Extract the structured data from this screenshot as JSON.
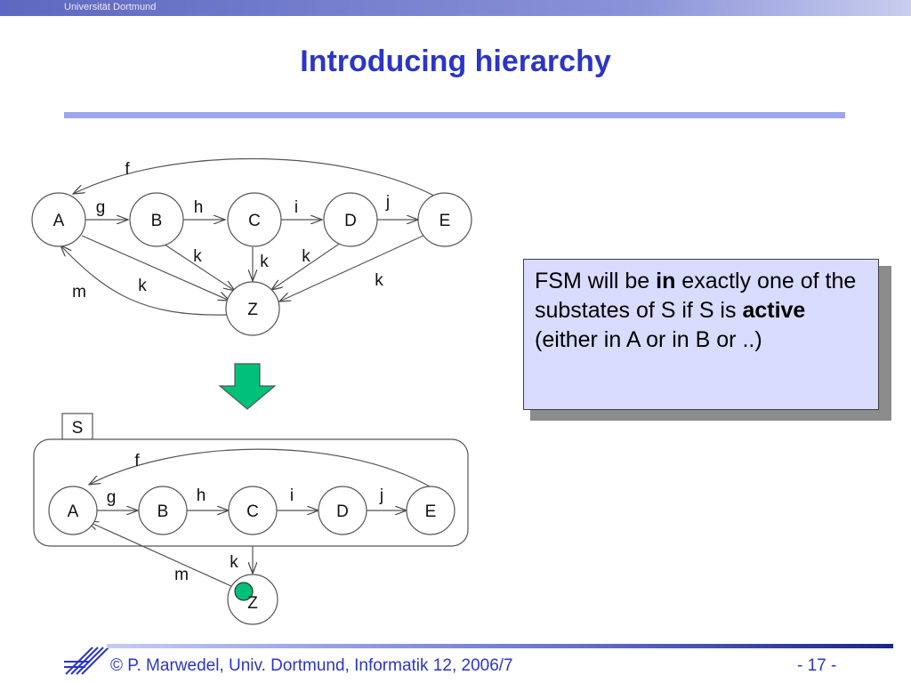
{
  "header": {
    "institution": "Universität Dortmund"
  },
  "slide": {
    "title": "Introducing hierarchy"
  },
  "flat_fsm": {
    "states": [
      "A",
      "B",
      "C",
      "D",
      "E",
      "Z"
    ],
    "transitions": {
      "f": "f",
      "g": "g",
      "h": "h",
      "i": "i",
      "j": "j",
      "k_b": "k",
      "k_c": "k",
      "k_d": "k",
      "k_e": "k",
      "k_a": "k",
      "m": "m"
    }
  },
  "hier_fsm": {
    "superstate": "S",
    "states": [
      "A",
      "B",
      "C",
      "D",
      "E",
      "Z"
    ],
    "transitions": {
      "f": "f",
      "g": "g",
      "h": "h",
      "i": "i",
      "j": "j",
      "k": "k",
      "m": "m"
    }
  },
  "note": {
    "part1": "FSM will be ",
    "bold1": "in",
    "part2": " exactly one of the substates of S if S is ",
    "bold2": "active",
    "part3": "(either in A or in B or ..)"
  },
  "footer": {
    "copyright": "© P. Marwedel, Univ. Dortmund, Informatik 12, 2006/7",
    "page": "- 17 -"
  },
  "colors": {
    "title": "#2b35c8",
    "note_bg": "#d9dcff",
    "down_arrow": "#00c07a",
    "active_dot": "#00c07a"
  }
}
